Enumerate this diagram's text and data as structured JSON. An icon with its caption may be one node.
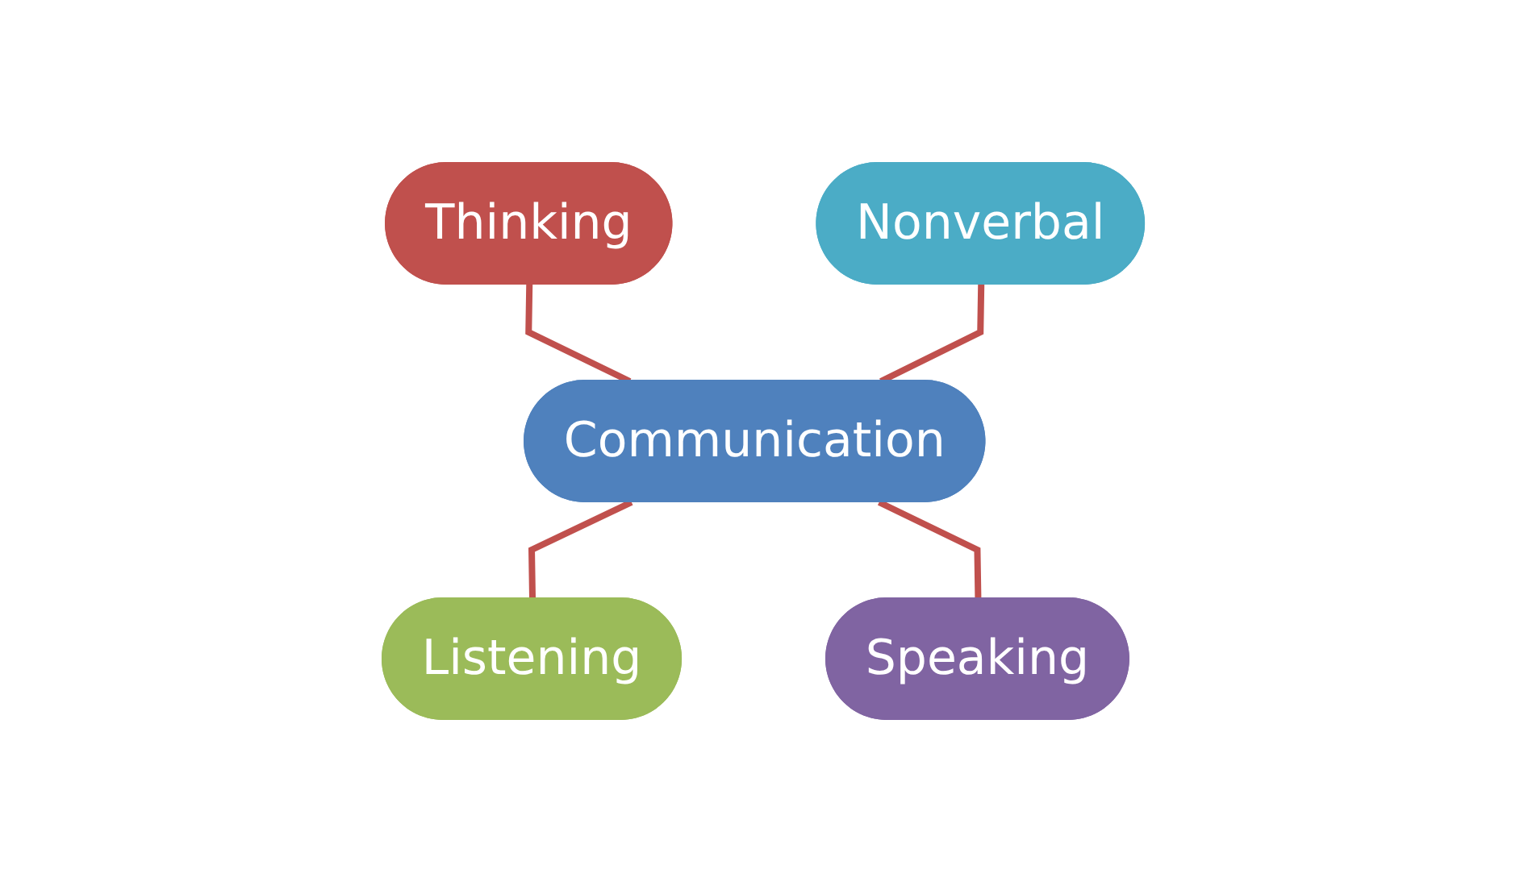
{
  "diagram": {
    "nodes": [
      {
        "text": [
          "Thinking"
        ]
      },
      {
        "text": [
          "Nonverbal"
        ]
      },
      {
        "text": [
          "Communication"
        ]
      },
      {
        "text": [
          "Listening"
        ]
      },
      {
        "text": [
          "Speaking"
        ]
      }
    ],
    "edges": [
      {
        "from": 0,
        "to": 2,
        "arrow": "none"
      },
      {
        "from": 1,
        "to": 2,
        "arrow": "none"
      },
      {
        "from": 2,
        "to": 3,
        "arrow": "none"
      },
      {
        "from": 2,
        "to": 4,
        "arrow": "none"
      }
    ]
  }
}
